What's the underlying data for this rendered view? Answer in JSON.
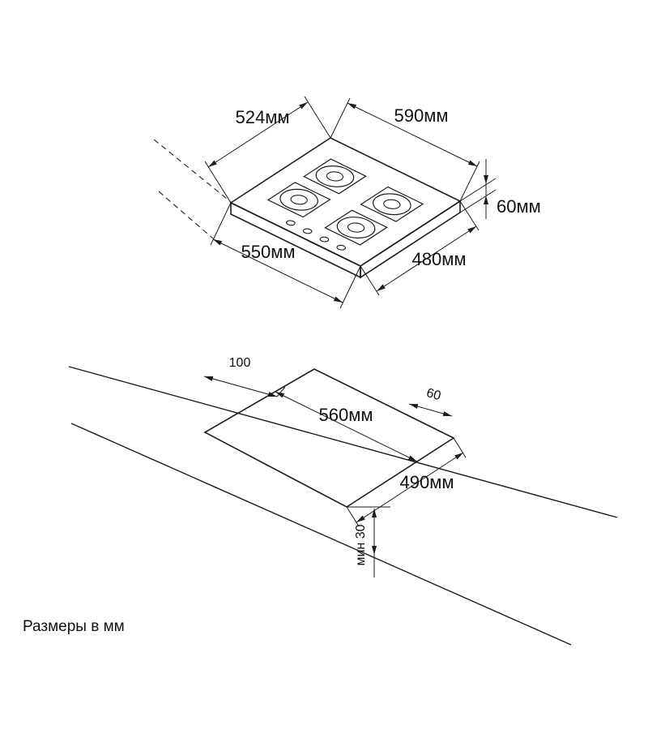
{
  "colors": {
    "line": "#1c1c1c",
    "text": "#111111",
    "background": "#ffffff"
  },
  "hob_view": {
    "dim_top_left": "524мм",
    "dim_top_right": "590мм",
    "dim_height": "60мм",
    "dim_bottom_left": "550мм",
    "dim_bottom_right": "480мм"
  },
  "cutout_view": {
    "dim_side_clearance": "100",
    "dim_rear_clearance": "60",
    "dim_cutout_length": "560мм",
    "dim_cutout_width": "490мм",
    "dim_front_clearance": "мин 30"
  },
  "footer": {
    "note": "Размеры в мм"
  }
}
